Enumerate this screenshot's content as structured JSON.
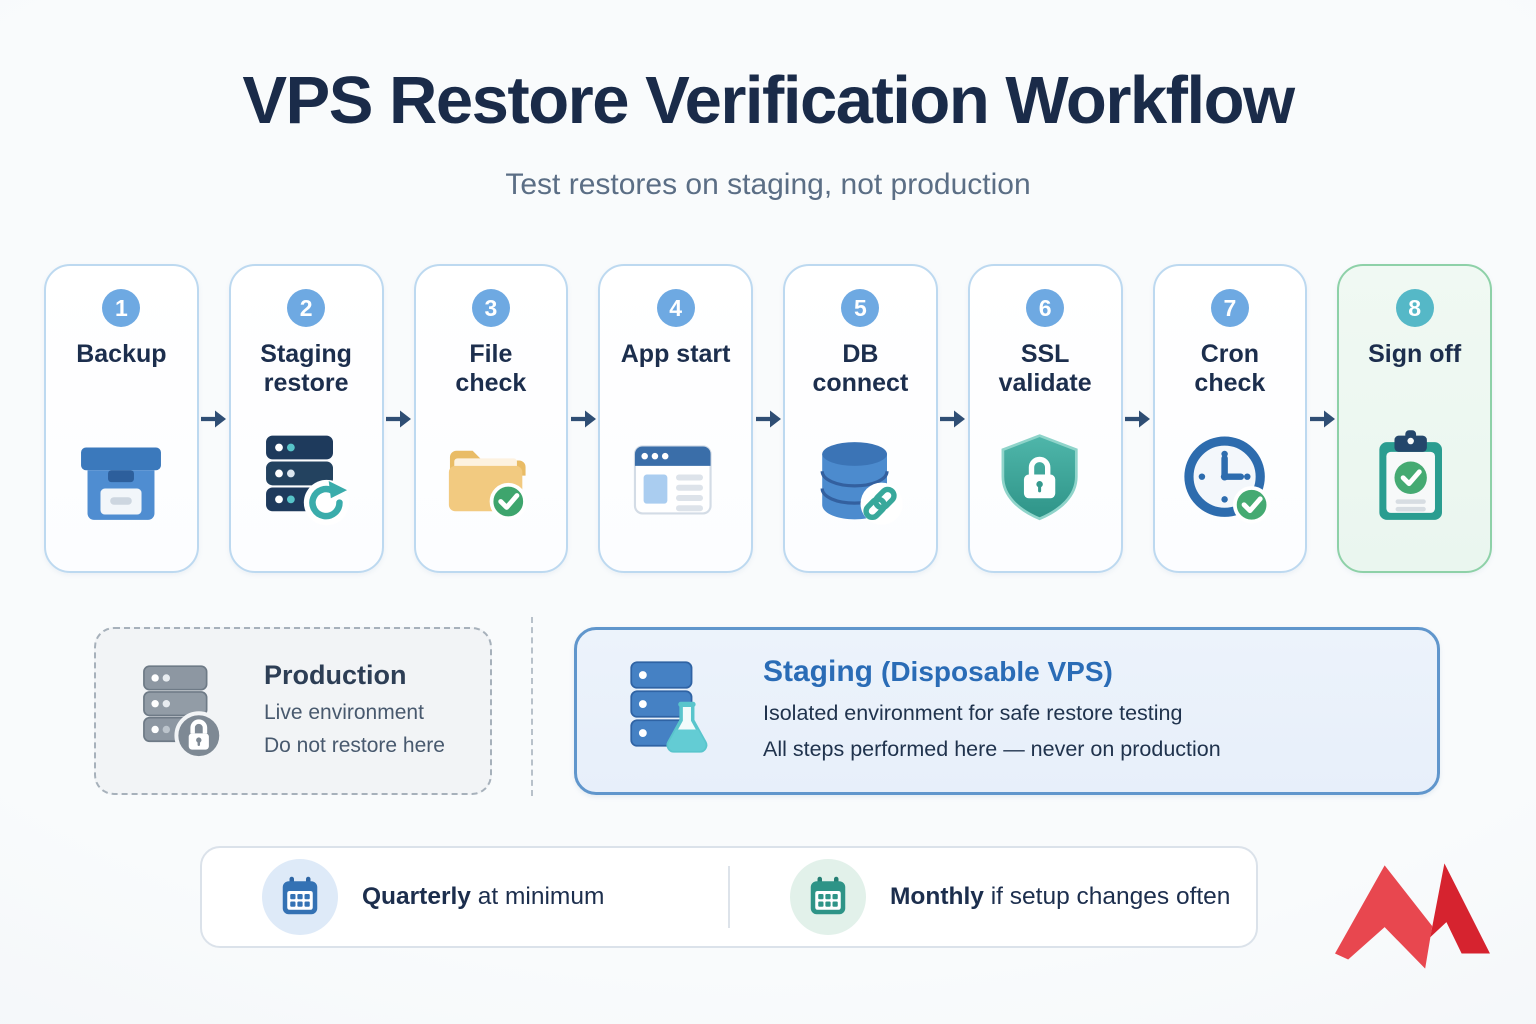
{
  "header": {
    "title": "VPS Restore Verification Workflow",
    "subtitle": "Test restores on staging, not production"
  },
  "steps": [
    {
      "num": "1",
      "label": "Backup",
      "icon": "archive-box-icon"
    },
    {
      "num": "2",
      "label": "Staging restore",
      "icon": "server-refresh-icon"
    },
    {
      "num": "3",
      "label": "File check",
      "icon": "folder-check-icon"
    },
    {
      "num": "4",
      "label": "App start",
      "icon": "browser-window-icon"
    },
    {
      "num": "5",
      "label": "DB connect",
      "icon": "database-link-icon"
    },
    {
      "num": "6",
      "label": "SSL validate",
      "icon": "shield-lock-icon"
    },
    {
      "num": "7",
      "label": "Cron check",
      "icon": "clock-check-icon"
    },
    {
      "num": "8",
      "label": "Sign off",
      "icon": "clipboard-check-icon"
    }
  ],
  "environments": {
    "production": {
      "title": "Production",
      "line1": "Live environment",
      "line2": "Do not restore here"
    },
    "staging": {
      "title": "Staging",
      "title_suffix": "(Disposable VPS)",
      "line1": "Isolated environment for safe restore testing",
      "line2": "All steps performed here — never on production"
    }
  },
  "cadence": [
    {
      "bold": "Quarterly",
      "rest": " at minimum"
    },
    {
      "bold": "Monthly",
      "rest": " if setup changes often"
    }
  ],
  "colors": {
    "step_number_blue": "#6ea9e2",
    "step_number_teal": "#55b8c7",
    "card_border_blue": "#bdd9f0",
    "final_card_border_green": "#8ed1a8",
    "navy_text": "#1c2e4d",
    "staging_title_blue": "#2a6cb6",
    "arrow_navy": "#2f4e74",
    "logo_red_light": "#e8474f",
    "logo_red_dark": "#d6232f"
  }
}
